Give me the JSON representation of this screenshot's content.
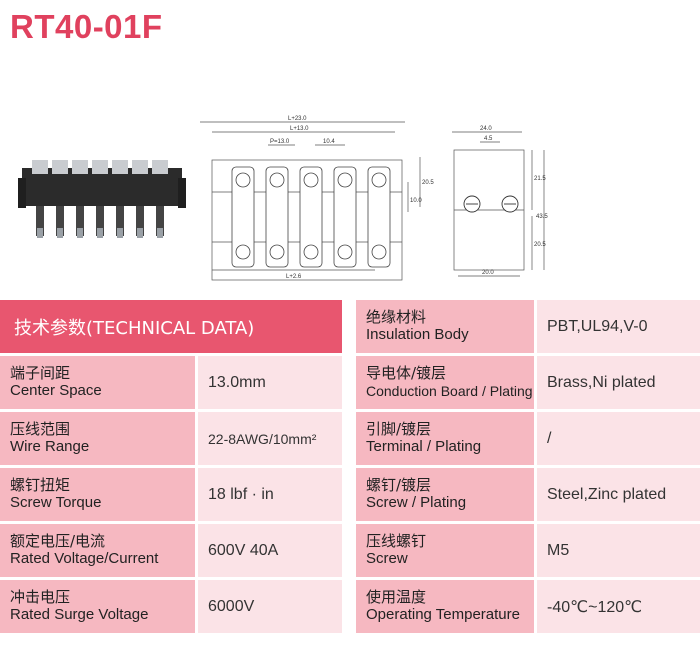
{
  "title": "RT40-01F",
  "drawing": {
    "dim_l23": "L+23.0",
    "dim_l13": "L+13.0",
    "dim_pitch": "P=13.0",
    "dim_104": "10.4",
    "dim_205": "20.5",
    "dim_100": "10.0",
    "dim_l26": "L+2.6",
    "dim_240": "24.0",
    "dim_45": "4.5",
    "dim_215": "21.5",
    "dim_435": "43.5",
    "dim_205b": "20.5",
    "dim_200": "20.0"
  },
  "table": {
    "header": "技术参数(TECHNICAL DATA)",
    "left_rows": [
      {
        "cn": "端子间距",
        "en": "Center Space",
        "value": "13.0mm"
      },
      {
        "cn": "压线范围",
        "en": "Wire Range",
        "value": "22-8AWG/10mm²"
      },
      {
        "cn": "螺钉扭矩",
        "en": "Screw Torque",
        "value": "18 lbf · in"
      },
      {
        "cn": "额定电压/电流",
        "en": "Rated Voltage/Current",
        "value": "600V 40A"
      },
      {
        "cn": "冲击电压",
        "en": "Rated Surge Voltage",
        "value": "6000V"
      }
    ],
    "right_rows": [
      {
        "cn": "绝缘材料",
        "en": "Insulation Body",
        "value": "PBT,UL94,V-0"
      },
      {
        "cn": "导电体/镀层",
        "en": "Conduction Board / Plating",
        "value": "Brass,Ni plated"
      },
      {
        "cn": "引脚/镀层",
        "en": "Terminal / Plating",
        "value": "/"
      },
      {
        "cn": "螺钉/镀层",
        "en": "Screw / Plating",
        "value": "Steel,Zinc plated"
      },
      {
        "cn": "压线螺钉",
        "en": "Screw",
        "value": "M5"
      },
      {
        "cn": "使用温度",
        "en": "Operating Temperature",
        "value": "-40℃~120℃"
      }
    ]
  },
  "colors": {
    "title": "#e0415e",
    "header": "#e8566f",
    "label_bg": "#f6b8c1",
    "value_bg": "#fbe3e7"
  }
}
